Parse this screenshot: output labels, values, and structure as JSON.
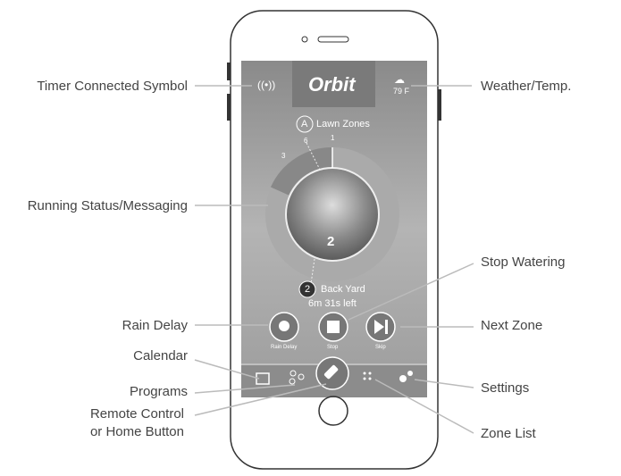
{
  "callouts": {
    "timer_connected": "Timer Connected Symbol",
    "running_status": "Running Status/Messaging",
    "rain_delay": "Rain Delay",
    "calendar": "Calendar",
    "programs": "Programs",
    "remote_control_1": "Remote Control",
    "remote_control_2": "or Home Button",
    "weather": "Weather/Temp.",
    "stop_watering": "Stop Watering",
    "next_zone": "Next Zone",
    "settings": "Settings",
    "zone_list": "Zone List"
  },
  "app": {
    "logo": "Orbit",
    "temperature": "79 F",
    "program_letter": "A",
    "program_name": "Lawn Zones",
    "ring_labels": [
      "3",
      "6",
      "1"
    ],
    "current_zone_number": "2",
    "zone_badge": "2",
    "zone_name": "Back Yard",
    "time_left": "6m 31s left",
    "buttons": {
      "rain_delay": "Rain Delay",
      "stop": "Stop",
      "skip": "Skip"
    }
  }
}
